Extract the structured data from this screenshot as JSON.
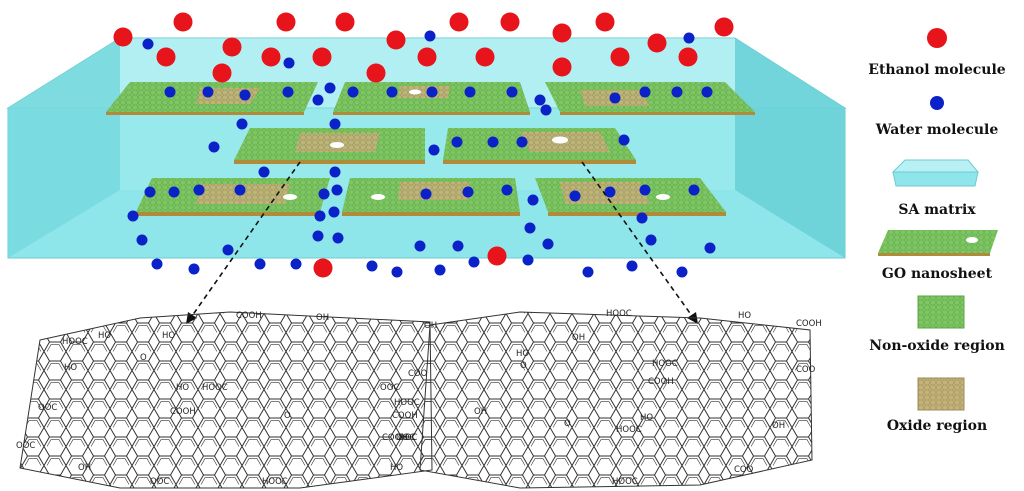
{
  "legend": {
    "ethanol": "Ethanol molecule",
    "water": "Water molecule",
    "matrix": "SA matrix",
    "nanosheet": "GO nanosheet",
    "nonoxide": "Non-oxide region",
    "oxide": "Oxide region"
  },
  "structure_left": {
    "groups": [
      "HOOC",
      "HO",
      "O",
      "COOH",
      "OH",
      "OH",
      "HO",
      "HOOC",
      "HO",
      "COOH",
      "OOC",
      "COOH",
      "O",
      "COOH",
      "COO",
      "OOC",
      "OOC",
      "OH",
      "OOC",
      "HOOC",
      "HO",
      "OOC"
    ]
  },
  "structure_right": {
    "groups": [
      "HOOC",
      "OH",
      "HO",
      "COOH",
      "O",
      "HOOC",
      "COOH",
      "HOOC",
      "OH",
      "COO",
      "O",
      "HOOC",
      "HO",
      "OH",
      "OOC",
      "HO",
      "HOOC",
      "COO",
      "HO"
    ]
  },
  "colors": {
    "ethanol": "#e8141b",
    "water": "#0a22c8",
    "matrix": "#8fe6ea",
    "nanosheet": "#7ec563",
    "oxide": "#b5a46a"
  }
}
